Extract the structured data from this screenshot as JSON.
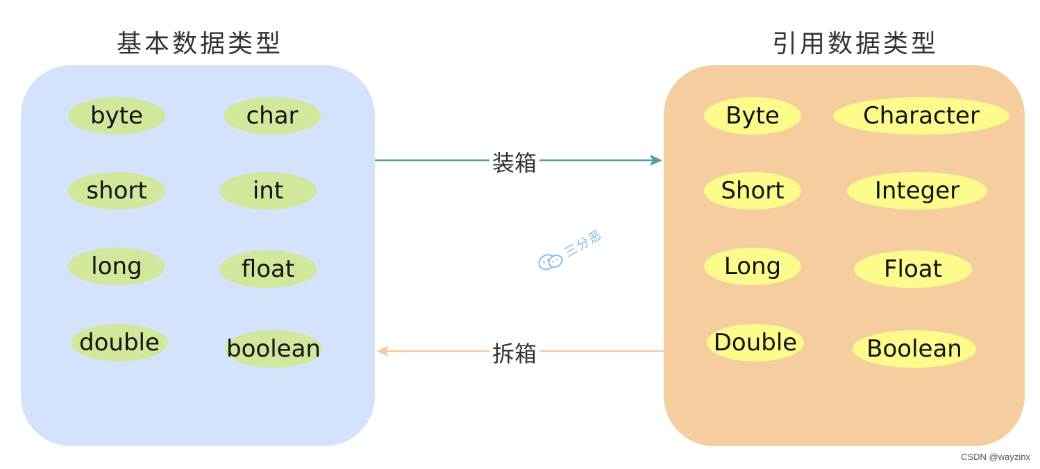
{
  "left_group": {
    "title": "基本数据类型",
    "items": [
      "byte",
      "char",
      "short",
      "int",
      "long",
      "float",
      "double",
      "boolean"
    ]
  },
  "right_group": {
    "title": "引用数据类型",
    "items": [
      "Byte",
      "Character",
      "Short",
      "Integer",
      "Long",
      "Float",
      "Double",
      "Boolean"
    ]
  },
  "arrows": {
    "boxing": "装箱",
    "unboxing": "拆箱"
  },
  "watermark": {
    "icon": "wechat-icon",
    "text": "三分恶"
  },
  "credit": "CSDN @wayzinx",
  "colors": {
    "left_panel": "#d4e3fb",
    "right_panel": "#f6cd9e",
    "primitive_oval": "#d2e79c",
    "wrapper_oval": "#fcfc8c",
    "boxing_arrow": "#4e9fa0",
    "unboxing_arrow": "#f5c9a3"
  }
}
